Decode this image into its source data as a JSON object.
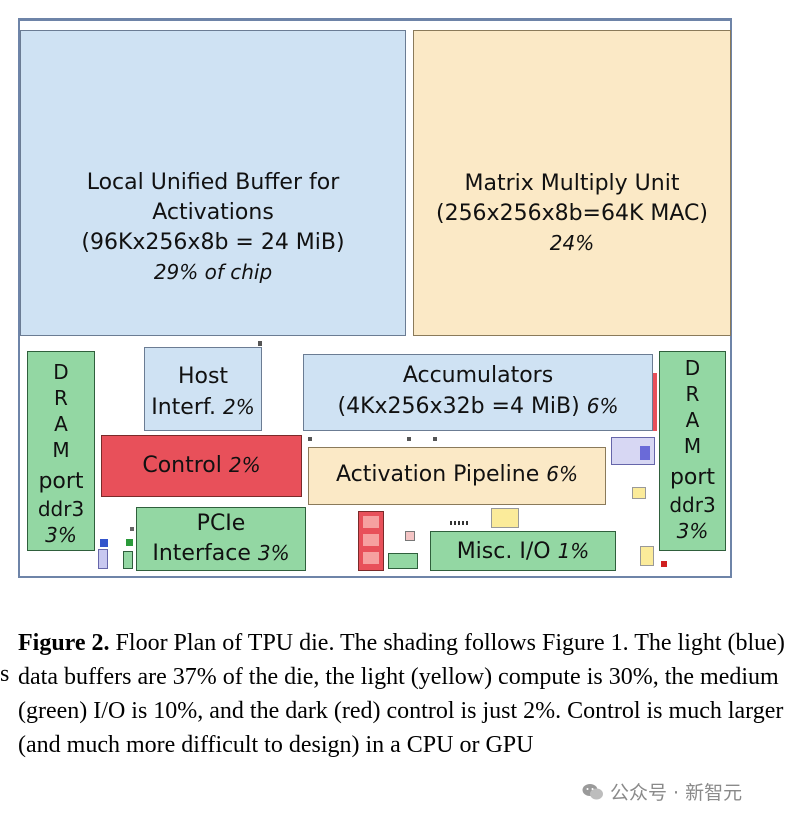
{
  "blocks": {
    "unified_buffer": {
      "line1": "Local Unified Buffer for",
      "line2": "Activations",
      "line3": "(96Kx256x8b = 24 MiB)",
      "pct": "29% of chip"
    },
    "matrix_unit": {
      "line1": "Matrix Multiply Unit",
      "line2": "(256x256x8b=64K MAC)",
      "pct": "24%"
    },
    "host_interface": {
      "line1": "Host",
      "line2": "Interf.",
      "pct": "2%"
    },
    "accumulators": {
      "line1": "Accumulators",
      "line2": "(4Kx256x32b =4 MiB)",
      "pct": "6%"
    },
    "control": {
      "label": "Control",
      "pct": "2%"
    },
    "activation_pipeline": {
      "label": "Activation Pipeline",
      "pct": "6%"
    },
    "pcie": {
      "line1": "PCIe",
      "line2": "Interface",
      "pct": "3%"
    },
    "misc_io": {
      "label": "Misc. I/O",
      "pct": "1%"
    },
    "dram_left": {
      "letters": [
        "D",
        "R",
        "A",
        "M"
      ],
      "line1": "port",
      "line2": "ddr3",
      "pct": "3%"
    },
    "dram_right": {
      "letters": [
        "D",
        "R",
        "A",
        "M"
      ],
      "line1": "port",
      "line2": "ddr3",
      "pct": "3%"
    }
  },
  "caption": {
    "label": "Figure 2.",
    "text": " Floor Plan of TPU die. The shading follows Figure 1. The light (blue) data buffers are 37% of the die, the light (yellow) compute is 30%,  the medium (green) I/O is 10%, and the dark (red) control is just 2%. Control is much larger (and much more difficult to design) in a CPU or GPU",
    "edge_char": "s"
  },
  "watermark": {
    "text": "公众号 · 新智元",
    "icon": "wechat-icon"
  },
  "colors": {
    "buffer_blue": "#cfe2f3",
    "compute_yellow": "#fbe9c6",
    "io_green": "#93d7a3",
    "control_red": "#e8505a"
  }
}
